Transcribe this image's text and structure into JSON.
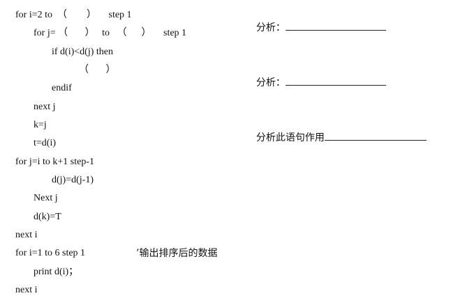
{
  "code": {
    "line1": "for i=2 to  （        ）     step 1",
    "line2": "for j= （       ）   to   （      ）     step 1",
    "line3": "if d(i)<d(j) then",
    "line4": "（       ）",
    "line5": "endif",
    "line6": "next j",
    "line7": "k=j",
    "line8": "t=d(i)",
    "line9": "for j=i to k+1 step-1",
    "line10": "d(j)=d(j-1)",
    "line11": "Next j",
    "line12": "d(k)=T",
    "line13": "next i",
    "line14": "for i=1 to 6 step 1",
    "line15": "print d(i)；",
    "line16": "next i"
  },
  "comment_output": "’输出排序后的数据",
  "analysis": {
    "label1": "分析：",
    "label2": "分析：",
    "label3": "分析此语句作用"
  }
}
